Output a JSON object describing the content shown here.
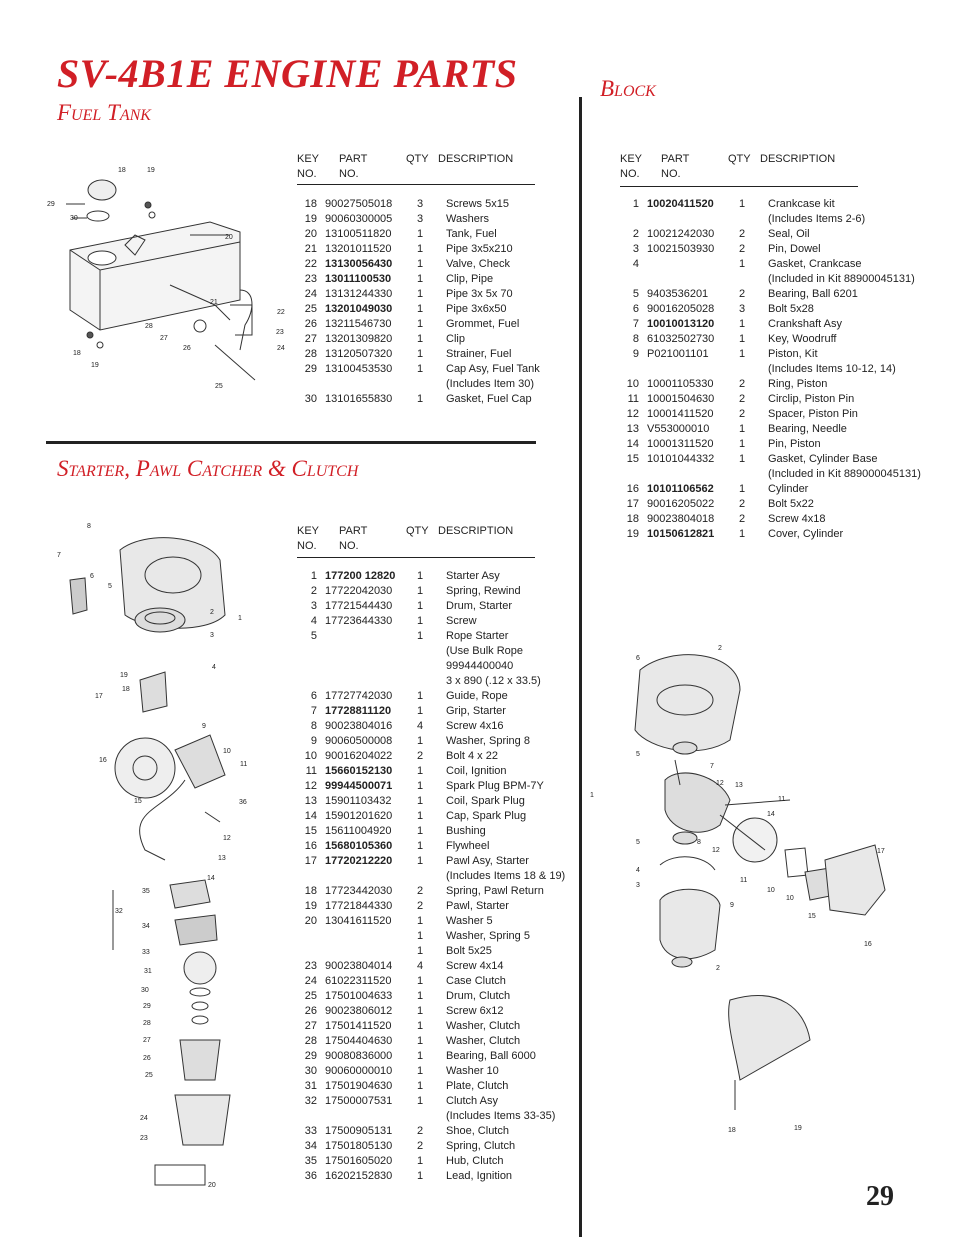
{
  "title": "SV-4B1E ENGINE PARTS",
  "page_number": "29",
  "headers": {
    "key": "KEY",
    "no": "NO.",
    "part": "PART",
    "part_no": "NO.",
    "qty": "QTY",
    "desc": "DESCRIPTION"
  },
  "fuel_tank": {
    "heading": "Fuel Tank",
    "rows": [
      {
        "key": "18",
        "part": "90027505018",
        "qty": "3",
        "desc": "Screws  5x15",
        "bold": false
      },
      {
        "key": "19",
        "part": "90060300005",
        "qty": "3",
        "desc": "Washers",
        "bold": false
      },
      {
        "key": "20",
        "part": "13100511820",
        "qty": "1",
        "desc": "Tank, Fuel",
        "bold": false
      },
      {
        "key": "21",
        "part": "13201011520",
        "qty": "1",
        "desc": "Pipe 3x5x210",
        "bold": false
      },
      {
        "key": "22",
        "part": "13130056430",
        "qty": "1",
        "desc": "Valve, Check",
        "bold": true
      },
      {
        "key": "23",
        "part": "13011100530",
        "qty": "1",
        "desc": "Clip, Pipe",
        "bold": true
      },
      {
        "key": "24",
        "part": "13131244330",
        "qty": "1",
        "desc": "Pipe 3x 5x 70",
        "bold": false
      },
      {
        "key": "25",
        "part": "13201049030",
        "qty": "1",
        "desc": "Pipe 3x6x50",
        "bold": true
      },
      {
        "key": "26",
        "part": "13211546730",
        "qty": "1",
        "desc": "Grommet, Fuel",
        "bold": false
      },
      {
        "key": "27",
        "part": "13201309820",
        "qty": "1",
        "desc": "Clip",
        "bold": false
      },
      {
        "key": "28",
        "part": "13120507320",
        "qty": "1",
        "desc": "Strainer, Fuel",
        "bold": false
      },
      {
        "key": "29",
        "part": "13100453530",
        "qty": "1",
        "desc": "Cap Asy, Fuel Tank",
        "bold": false
      },
      {
        "key": "",
        "part": "",
        "qty": "",
        "desc": "(Includes Item 30)",
        "bold": false
      },
      {
        "key": "30",
        "part": "13101655830",
        "qty": "1",
        "desc": "Gasket, Fuel Cap",
        "bold": false
      }
    ]
  },
  "starter": {
    "heading": "Starter, Pawl Catcher & Clutch",
    "rows": [
      {
        "key": "1",
        "part": "177200 12820",
        "qty": "1",
        "desc": "Starter Asy",
        "bold": true
      },
      {
        "key": "2",
        "part": "17722042030",
        "qty": "1",
        "desc": "Spring, Rewind",
        "bold": false
      },
      {
        "key": "3",
        "part": "17721544430",
        "qty": "1",
        "desc": "Drum, Starter",
        "bold": false
      },
      {
        "key": "4",
        "part": "17723644330",
        "qty": "1",
        "desc": "Screw",
        "bold": false
      },
      {
        "key": "5",
        "part": "",
        "qty": "1",
        "desc": "Rope Starter",
        "bold": false
      },
      {
        "key": "",
        "part": "",
        "qty": "",
        "desc": "(Use Bulk Rope",
        "bold": false
      },
      {
        "key": "",
        "part": "",
        "qty": "",
        "desc": "99944400040",
        "bold": false
      },
      {
        "key": "",
        "part": "",
        "qty": "",
        "desc": "3 x 890 (.12 x 33.5)",
        "bold": false
      },
      {
        "key": "6",
        "part": "17727742030",
        "qty": "1",
        "desc": "Guide, Rope",
        "bold": false
      },
      {
        "key": "7",
        "part": "17728811120",
        "qty": "1",
        "desc": "Grip, Starter",
        "bold": true
      },
      {
        "key": "8",
        "part": "90023804016",
        "qty": "4",
        "desc": "Screw 4x16",
        "bold": false
      },
      {
        "key": "9",
        "part": "90060500008",
        "qty": "1",
        "desc": "Washer, Spring 8",
        "bold": false
      },
      {
        "key": "10",
        "part": "90016204022",
        "qty": "2",
        "desc": "Bolt 4 x 22",
        "bold": false
      },
      {
        "key": "11",
        "part": "15660152130",
        "qty": "1",
        "desc": "Coil, Ignition",
        "bold": true
      },
      {
        "key": "12",
        "part": "99944500071",
        "qty": "1",
        "desc": "Spark Plug BPM-7Y",
        "bold": true
      },
      {
        "key": "13",
        "part": "15901103432",
        "qty": "1",
        "desc": "Coil, Spark Plug",
        "bold": false
      },
      {
        "key": "14",
        "part": "15901201620",
        "qty": "1",
        "desc": "Cap, Spark Plug",
        "bold": false
      },
      {
        "key": "15",
        "part": "15611004920",
        "qty": "1",
        "desc": "Bushing",
        "bold": false
      },
      {
        "key": "16",
        "part": "15680105360",
        "qty": "1",
        "desc": "Flywheel",
        "bold": true
      },
      {
        "key": "17",
        "part": "17720212220",
        "qty": "1",
        "desc": "Pawl Asy, Starter",
        "bold": true
      },
      {
        "key": "",
        "part": "",
        "qty": "",
        "desc": "(Includes Items 18 & 19)",
        "bold": false
      },
      {
        "key": "18",
        "part": "17723442030",
        "qty": "2",
        "desc": "Spring, Pawl Return",
        "bold": false
      },
      {
        "key": "19",
        "part": "17721844330",
        "qty": "2",
        "desc": "Pawl, Starter",
        "bold": false
      },
      {
        "key": "20",
        "part": "13041611520",
        "qty": "1",
        "desc": "Washer 5",
        "bold": false
      },
      {
        "key": "",
        "part": "",
        "qty": "1",
        "desc": "Washer, Spring 5",
        "bold": false
      },
      {
        "key": "",
        "part": "",
        "qty": "1",
        "desc": "Bolt 5x25",
        "bold": false
      },
      {
        "key": "23",
        "part": "90023804014",
        "qty": "4",
        "desc": "Screw 4x14",
        "bold": false
      },
      {
        "key": "24",
        "part": "61022311520",
        "qty": "1",
        "desc": "Case Clutch",
        "bold": false
      },
      {
        "key": "25",
        "part": "17501004633",
        "qty": "1",
        "desc": "Drum, Clutch",
        "bold": false
      },
      {
        "key": "26",
        "part": "90023806012",
        "qty": "1",
        "desc": "Screw 6x12",
        "bold": false
      },
      {
        "key": "27",
        "part": "17501411520",
        "qty": "1",
        "desc": "Washer, Clutch",
        "bold": false
      },
      {
        "key": "28",
        "part": "17504404630",
        "qty": "1",
        "desc": "Washer, Clutch",
        "bold": false
      },
      {
        "key": "29",
        "part": "90080836000",
        "qty": "1",
        "desc": "Bearing, Ball 6000",
        "bold": false
      },
      {
        "key": "30",
        "part": "90060000010",
        "qty": "1",
        "desc": "Washer 10",
        "bold": false
      },
      {
        "key": "31",
        "part": "17501904630",
        "qty": "1",
        "desc": "Plate, Clutch",
        "bold": false
      },
      {
        "key": "32",
        "part": "17500007531",
        "qty": "1",
        "desc": "Clutch Asy",
        "bold": false
      },
      {
        "key": "",
        "part": "",
        "qty": "",
        "desc": "(Includes Items 33-35)",
        "bold": false
      },
      {
        "key": "33",
        "part": "17500905131",
        "qty": "2",
        "desc": "Shoe, Clutch",
        "bold": false
      },
      {
        "key": "34",
        "part": "17501805130",
        "qty": "2",
        "desc": "Spring, Clutch",
        "bold": false
      },
      {
        "key": "35",
        "part": "17501605020",
        "qty": "1",
        "desc": "Hub, Clutch",
        "bold": false
      },
      {
        "key": "36",
        "part": "16202152830",
        "qty": "1",
        "desc": "Lead, Ignition",
        "bold": false
      }
    ]
  },
  "block": {
    "heading": "Block",
    "rows": [
      {
        "key": "1",
        "part": "10020411520",
        "qty": "1",
        "desc": "Crankcase kit",
        "bold": true
      },
      {
        "key": "",
        "part": "",
        "qty": "",
        "desc": "(Includes Items 2-6)",
        "bold": false
      },
      {
        "key": "2",
        "part": "10021242030",
        "qty": "2",
        "desc": "Seal, Oil",
        "bold": false
      },
      {
        "key": "3",
        "part": "10021503930",
        "qty": "2",
        "desc": "Pin, Dowel",
        "bold": false
      },
      {
        "key": "4",
        "part": "",
        "qty": "1",
        "desc": "Gasket, Crankcase",
        "bold": false
      },
      {
        "key": "",
        "part": "",
        "qty": "",
        "desc": "(Included in Kit 88900045131)",
        "bold": false
      },
      {
        "key": "5",
        "part": "9403536201",
        "qty": "2",
        "desc": "Bearing, Ball 6201",
        "bold": false
      },
      {
        "key": "6",
        "part": "90016205028",
        "qty": "3",
        "desc": "Bolt 5x28",
        "bold": false
      },
      {
        "key": "7",
        "part": "10010013120",
        "qty": "1",
        "desc": "Crankshaft Asy",
        "bold": true
      },
      {
        "key": "8",
        "part": "61032502730",
        "qty": "1",
        "desc": "Key, Woodruff",
        "bold": false
      },
      {
        "key": "9",
        "part": "P021001101",
        "qty": "1",
        "desc": "Piston, Kit",
        "bold": false
      },
      {
        "key": "",
        "part": "",
        "qty": "",
        "desc": "(Includes Items 10-12, 14)",
        "bold": false
      },
      {
        "key": "10",
        "part": "10001105330",
        "qty": "2",
        "desc": "Ring, Piston",
        "bold": false
      },
      {
        "key": "11",
        "part": "10001504630",
        "qty": "2",
        "desc": "Circlip, Piston Pin",
        "bold": false
      },
      {
        "key": "12",
        "part": "10001411520",
        "qty": "2",
        "desc": "Spacer, Piston Pin",
        "bold": false
      },
      {
        "key": "13",
        "part": "V553000010",
        "qty": "1",
        "desc": "Bearing, Needle",
        "bold": false
      },
      {
        "key": "14",
        "part": "10001311520",
        "qty": "1",
        "desc": "Pin, Piston",
        "bold": false
      },
      {
        "key": "15",
        "part": "10101044332",
        "qty": "1",
        "desc": "Gasket, Cylinder Base",
        "bold": false
      },
      {
        "key": "",
        "part": "",
        "qty": "",
        "desc": "(Included in Kit 889000045131)",
        "bold": false
      },
      {
        "key": "16",
        "part": "10101106562",
        "qty": "1",
        "desc": "Cylinder",
        "bold": true
      },
      {
        "key": "17",
        "part": "90016205022",
        "qty": "2",
        "desc": "Bolt 5x22",
        "bold": false
      },
      {
        "key": "18",
        "part": "90023804018",
        "qty": "2",
        "desc": "Screw 4x18",
        "bold": false
      },
      {
        "key": "19",
        "part": "10150612821",
        "qty": "1",
        "desc": "Cover, Cylinder",
        "bold": true
      }
    ]
  },
  "fuel_callouts": [
    "18",
    "19",
    "29",
    "30",
    "20",
    "21",
    "22",
    "23",
    "24",
    "28",
    "27",
    "26",
    "25",
    "18",
    "19"
  ],
  "starter_callouts": [
    "8",
    "7",
    "6",
    "5",
    "2",
    "1",
    "3",
    "4",
    "19",
    "18",
    "17",
    "9",
    "10",
    "11",
    "16",
    "15",
    "36",
    "12",
    "13",
    "14",
    "35",
    "32",
    "34",
    "33",
    "31",
    "30",
    "29",
    "28",
    "27",
    "26",
    "25",
    "24",
    "23",
    "20"
  ],
  "block_callouts": [
    "2",
    "6",
    "5",
    "7",
    "12",
    "13",
    "11",
    "14",
    "1",
    "5",
    "8",
    "12",
    "4",
    "3",
    "11",
    "9",
    "10",
    "10",
    "15",
    "17",
    "16",
    "2",
    "18",
    "19"
  ]
}
